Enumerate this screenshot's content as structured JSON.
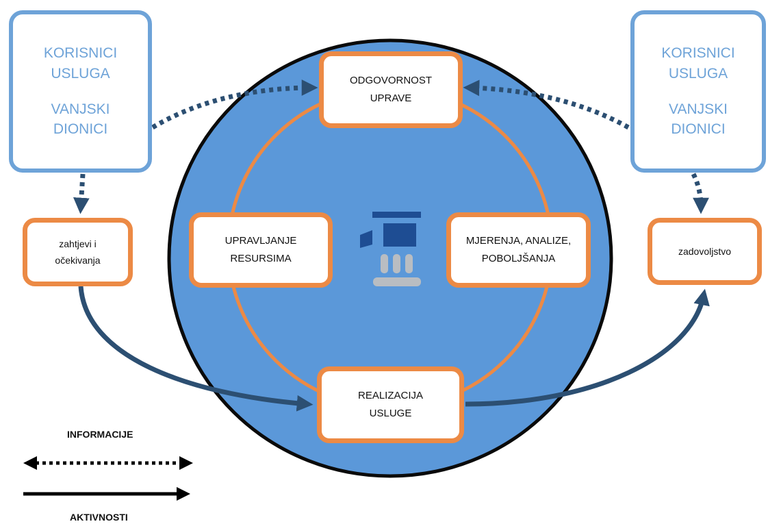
{
  "stakeholders_left": {
    "line1": "KORISNICI",
    "line2": "USLUGA",
    "line3": "VANJSKI",
    "line4": "DIONICI"
  },
  "stakeholders_right": {
    "line1": "KORISNICI",
    "line2": "USLUGA",
    "line3": "VANJSKI",
    "line4": "DIONICI"
  },
  "nodes": {
    "odgovornost": {
      "line1": "ODGOVORNOST",
      "line2": "UPRAVE"
    },
    "upravljanje": {
      "line1": "UPRAVLJANJE",
      "line2": "RESURSIMA"
    },
    "mjerenja": {
      "line1": "MJERENJA, ANALIZE,",
      "line2": "POBOLJŠANJA"
    },
    "realizacija": {
      "line1": "REALIZACIJA",
      "line2": "USLUGE"
    },
    "zahtjevi": {
      "line1": "zahtjevi i",
      "line2": "očekivanja"
    },
    "zadovoljstvo": {
      "line1": "zadovoljstvo"
    }
  },
  "legend": {
    "information": "INFORMACIJE",
    "activities": "AKTIVNOSTI"
  },
  "colors": {
    "circle_fill": "#5b98d9",
    "circle_border": "#0a0a0a",
    "ring_and_node_border": "#ec8a45",
    "stakeholder_border": "#6ea3d8",
    "flow_arrow": "#2c4f72",
    "icon_dark": "#1e4d93",
    "icon_light": "#b9bdc2"
  }
}
